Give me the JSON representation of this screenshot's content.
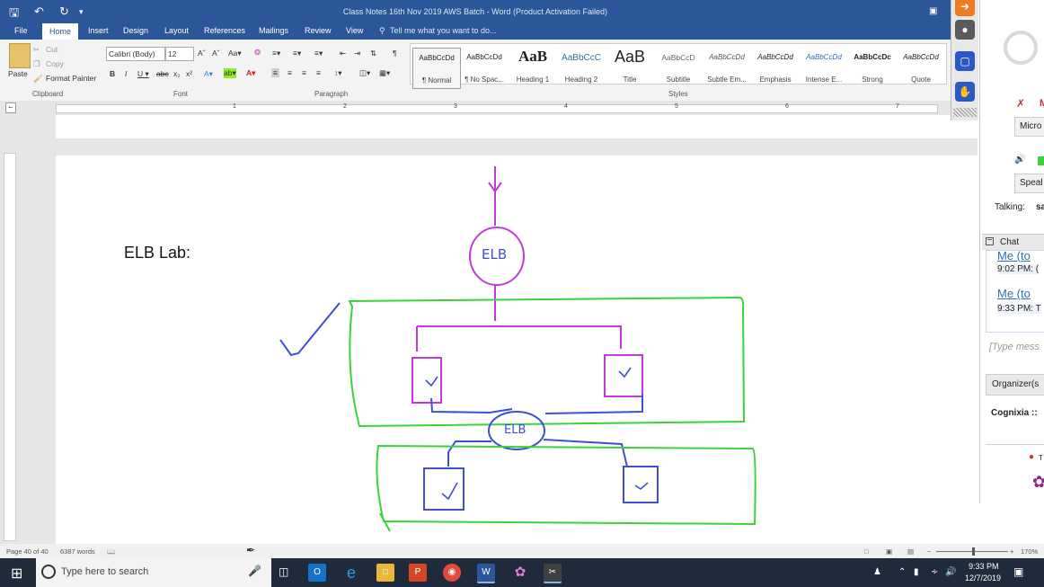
{
  "window": {
    "title": "Class Notes 16th Nov 2019 AWS Batch  -  Word (Product Activation Failed)"
  },
  "tabs": [
    "File",
    "Home",
    "Insert",
    "Design",
    "Layout",
    "References",
    "Mailings",
    "Review",
    "View"
  ],
  "tell_me": "Tell me what you want to do...",
  "ribbon": {
    "clipboard": {
      "paste": "Paste",
      "cut": "Cut",
      "copy": "Copy",
      "format_painter": "Format Painter",
      "label": "Clipboard"
    },
    "font": {
      "name": "Calibri (Body)",
      "size": "12",
      "label": "Font"
    },
    "paragraph": {
      "label": "Paragraph"
    },
    "styles": {
      "label": "Styles",
      "items": [
        {
          "sample": "AaBbCcDd",
          "name": "¶ Normal"
        },
        {
          "sample": "AaBbCcDd",
          "name": "¶ No Spac..."
        },
        {
          "sample": "AaB",
          "name": "Heading 1"
        },
        {
          "sample": "AaBbCcC",
          "name": "Heading 2"
        },
        {
          "sample": "AaB",
          "name": "Title"
        },
        {
          "sample": "AaBbCcD",
          "name": "Subtitle"
        },
        {
          "sample": "AaBbCcDd",
          "name": "Subtle Em..."
        },
        {
          "sample": "AaBbCcDd",
          "name": "Emphasis"
        },
        {
          "sample": "AaBbCcDd",
          "name": "Intense E..."
        },
        {
          "sample": "AaBbCcDc",
          "name": "Strong"
        },
        {
          "sample": "AaBbCcDd",
          "name": "Quote"
        }
      ]
    }
  },
  "ruler_numbers": [
    "1",
    "2",
    "3",
    "4",
    "5",
    "6",
    "7"
  ],
  "document": {
    "heading": "ELB Lab:",
    "elb_top": "ELB",
    "elb_mid": "ELB"
  },
  "status": {
    "page": "Page 40 of 40",
    "words": "6387 words",
    "zoom": "170%"
  },
  "gtm": {
    "mic_short": "M",
    "micro": "Micro",
    "speak": "Speal",
    "talking_label": "Talking:",
    "talking_value": "sa",
    "chat_title": "Chat",
    "msg1_from": "Me (to",
    "msg1_to": "(",
    "msg1_time": "9:02 PM: (",
    "msg2_from": "Me (to",
    "msg2_to": "(",
    "msg2_time": "9:33 PM: T",
    "type_message": "[Type mess",
    "organizer": "Organizer(s",
    "org_name": "Cognixia ::",
    "rec_letter": "T"
  },
  "taskbar": {
    "search_placeholder": "Type here to search",
    "time": "9:33 PM",
    "date": "12/7/2019"
  },
  "colors": {
    "word_blue": "#2b579a",
    "magenta": "#c13bd8",
    "green": "#3ed13e",
    "blue_ink": "#3c4fd6"
  }
}
